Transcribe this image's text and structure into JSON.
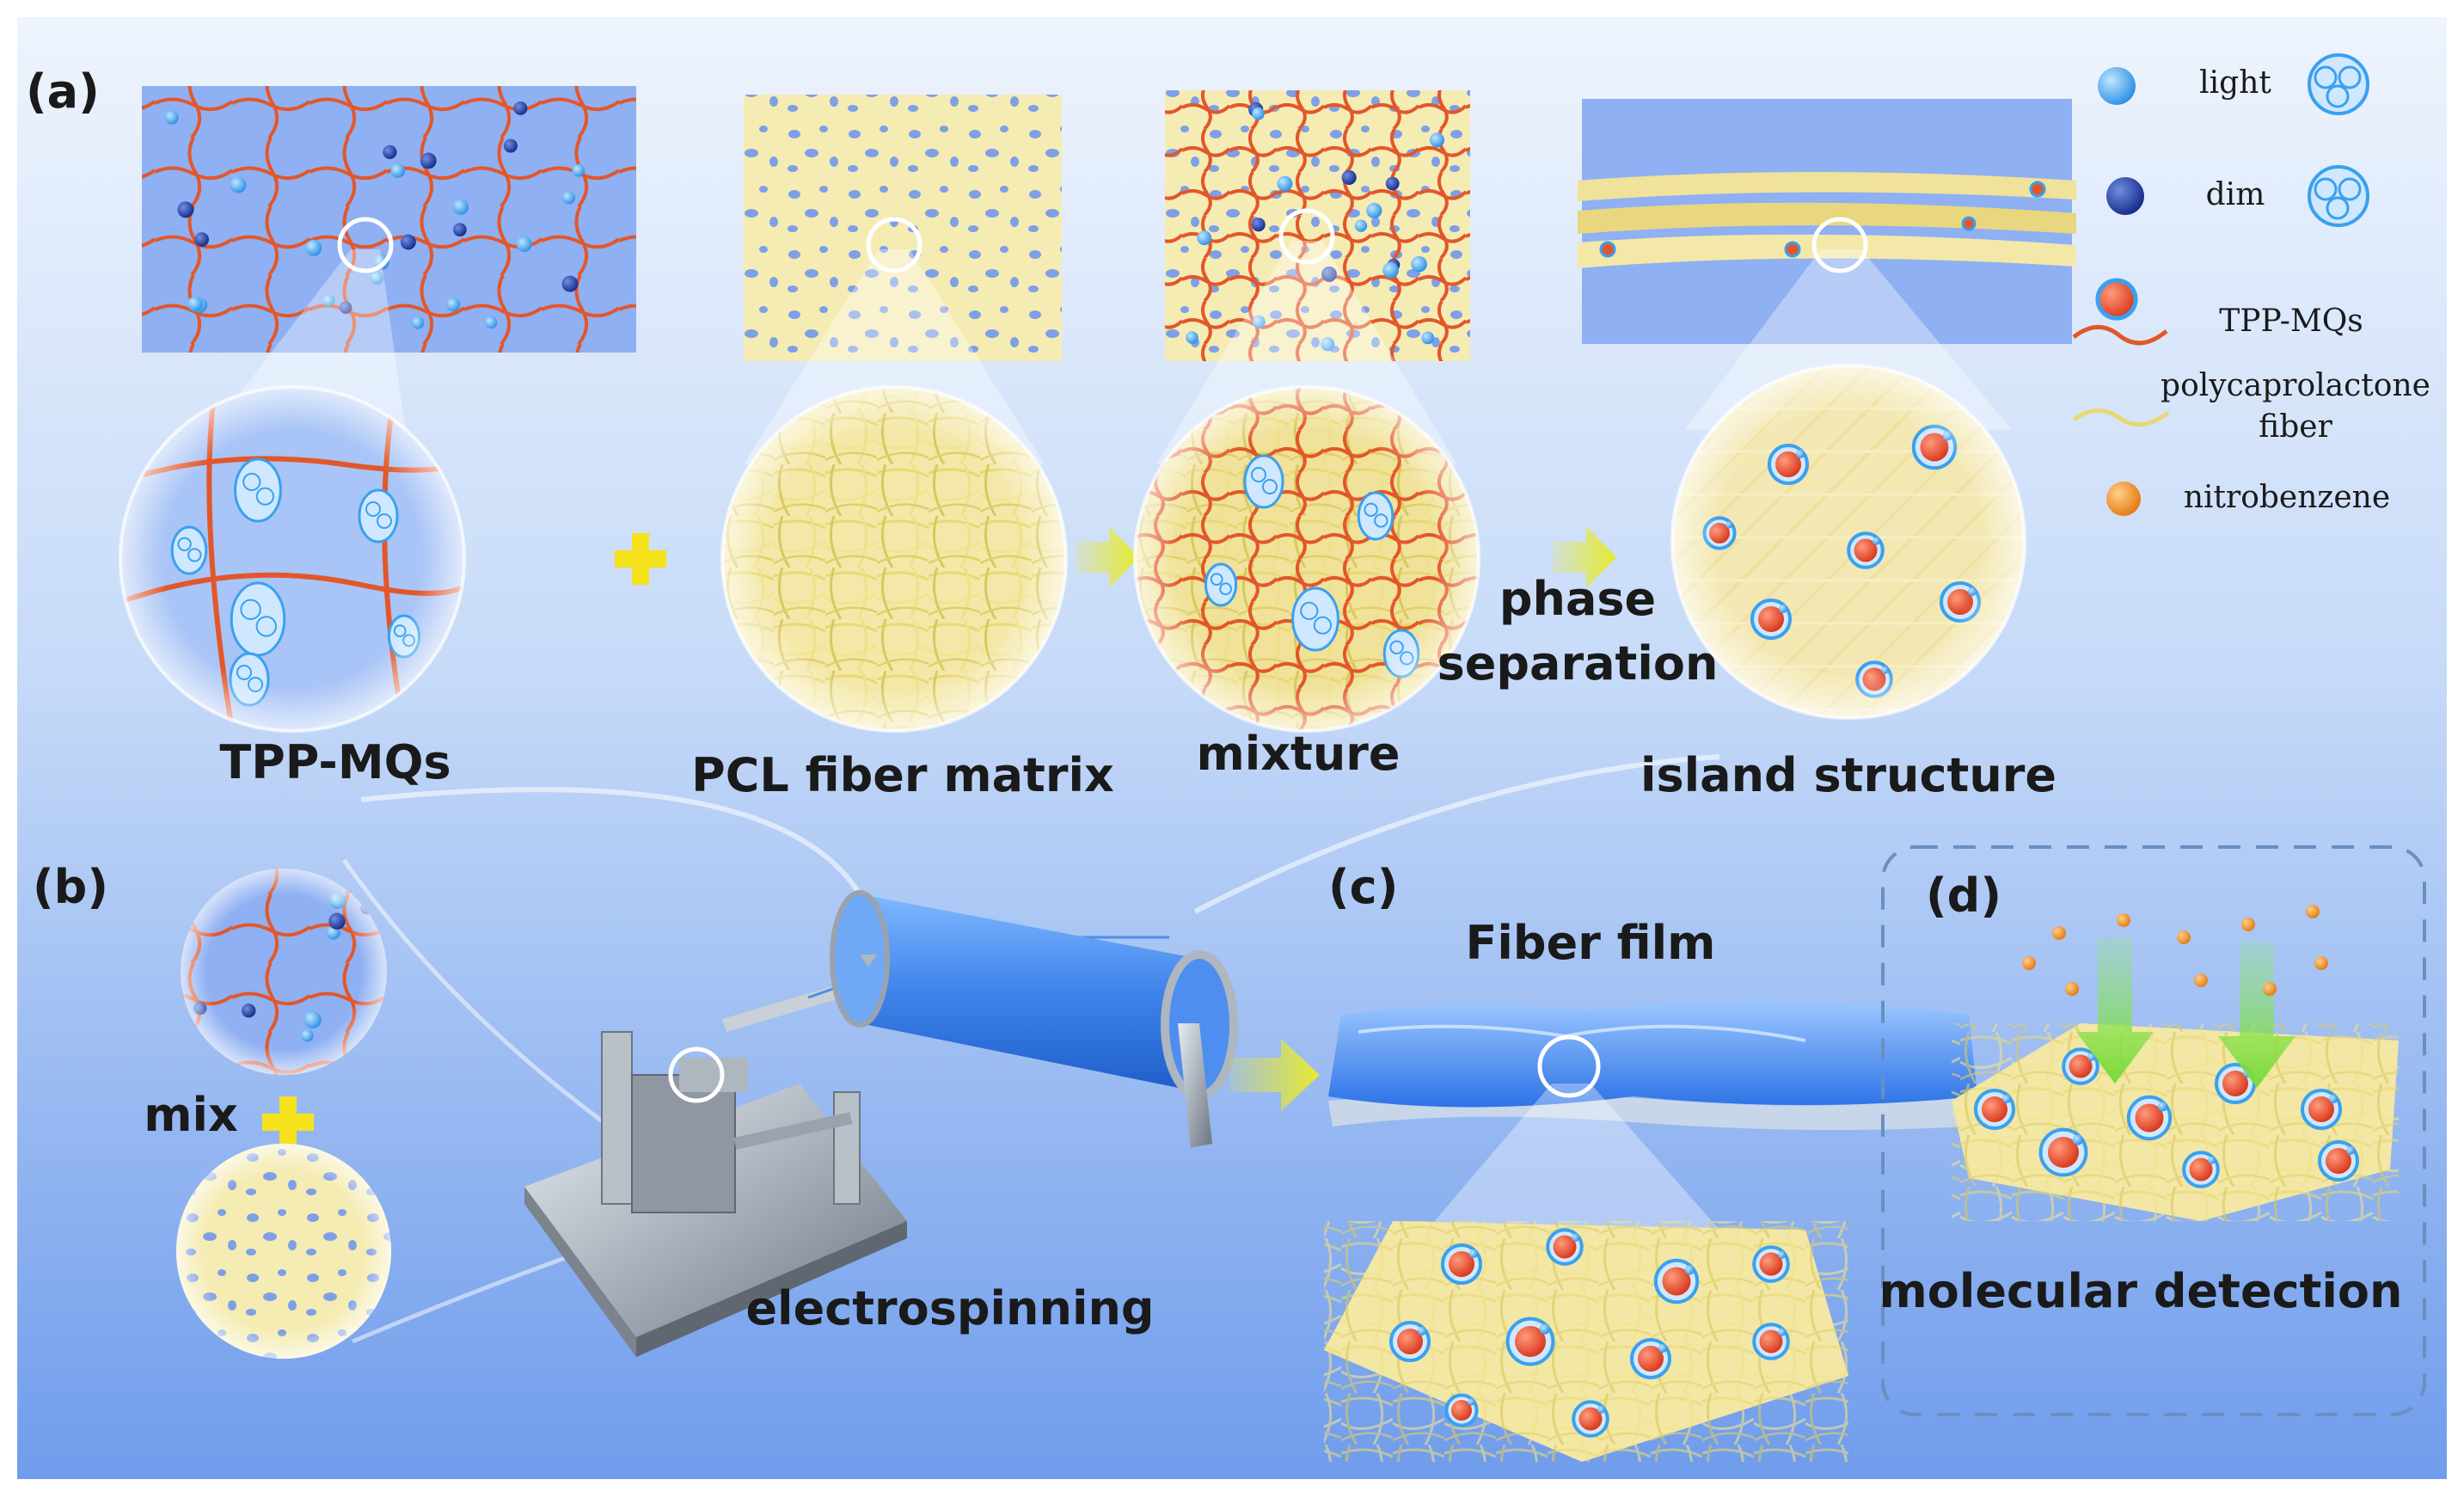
{
  "panels": {
    "a": "(a)",
    "b": "(b)",
    "c": "(c)",
    "d": "(d)"
  },
  "labels": {
    "tpp_mqs": "TPP-MQs",
    "pcl_fiber_matrix": "PCL fiber matrix",
    "mixture": "mixture",
    "phase_line1": "phase",
    "phase_line2": "separation",
    "island_structure": "island structure",
    "mix": "mix",
    "electrospinning": "electrospinning",
    "fiber_film": "Fiber film",
    "molecular_detection": "molecular detection"
  },
  "legend": {
    "light": "light",
    "dim": "dim",
    "tpp_mqs": "TPP-MQs",
    "pcl_line1": "polycaprolactone",
    "pcl_line2": "fiber",
    "nitrobenzene": "nitrobenzene"
  },
  "colors": {
    "background_top": "#eef4fd",
    "background_bottom": "#6f9cec",
    "network_red": "#e2572a",
    "fiber_yellow": "#f2e7a4",
    "light_blue": "#3aa0f0",
    "dim_blue": "#1e3fa8",
    "nitro_orange": "#f08a1c",
    "arrow_yellow": "#e7ea2e",
    "plus_yellow": "#f6e21c",
    "dashed_border": "#6a8fc0"
  }
}
